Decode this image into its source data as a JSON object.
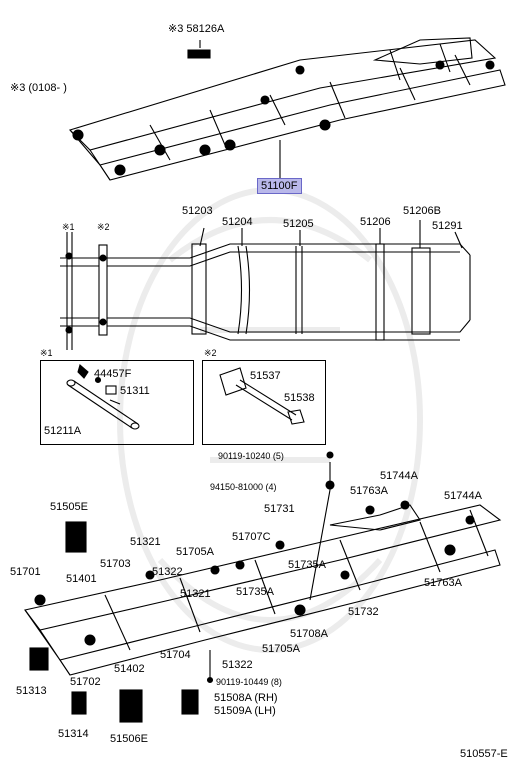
{
  "colors": {
    "ink": "#000000",
    "highlight": "#b9b8ea",
    "background": "#ffffff"
  },
  "labels": {
    "note_top": "※3 58126A",
    "note_left": "※3 (0108-        )",
    "main_frame": "51100F",
    "mark1": "※1",
    "mark2": "※2",
    "p51203": "51203",
    "p51204": "51204",
    "p51205": "51205",
    "p51206": "51206",
    "p51206b": "51206B",
    "p51291": "51291",
    "box1_title": "※1",
    "box2_title": "※2",
    "p44457f": "44457F",
    "p51311": "51311",
    "p51211a": "51211A",
    "p51537": "51537",
    "p51538": "51538",
    "p90119_10240": "90119-10240 (5)",
    "p94150": "94150-81000 (4)",
    "p51763a_top": "51763A",
    "p51744a_top": "51744A",
    "p51744a_right": "51744A",
    "p51763a_right": "51763A",
    "p51505e": "51505E",
    "p51731": "51731",
    "p51321a": "51321",
    "p51707c": "51707C",
    "p51705a_1": "51705A",
    "p51703": "51703",
    "p51322a": "51322",
    "p51701": "51701",
    "p51401": "51401",
    "p51735a_1": "51735A",
    "p51321b": "51321",
    "p51735a_2": "51735A",
    "p51732": "51732",
    "p51708a": "51708A",
    "p51705a_2": "51705A",
    "p51704": "51704",
    "p51322b": "51322",
    "p51402": "51402",
    "p51313": "51313",
    "p51702": "51702",
    "p90119_10449": "90119-10449 (8)",
    "p51508a": "51508A (RH)",
    "p51509a": "51509A (LH)",
    "p51314": "51314",
    "p51506e": "51506E",
    "footer_code": "510557-E"
  }
}
